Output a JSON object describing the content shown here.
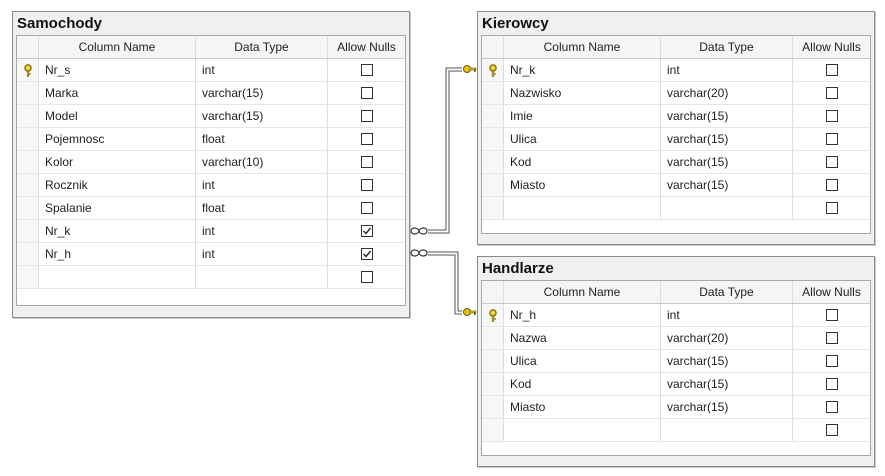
{
  "headers": {
    "name": "Column Name",
    "type": "Data Type",
    "nulls": "Allow Nulls"
  },
  "colors": {
    "key": "#e8c21a",
    "connector": "#555555",
    "tableBg": "#f0f0f0"
  },
  "tables": {
    "samochody": {
      "title": "Samochody",
      "rows": [
        {
          "name": "Nr_s",
          "type": "int",
          "pk": true,
          "nulls": false
        },
        {
          "name": "Marka",
          "type": "varchar(15)",
          "pk": false,
          "nulls": false
        },
        {
          "name": "Model",
          "type": "varchar(15)",
          "pk": false,
          "nulls": false
        },
        {
          "name": "Pojemnosc",
          "type": "float",
          "pk": false,
          "nulls": false
        },
        {
          "name": "Kolor",
          "type": "varchar(10)",
          "pk": false,
          "nulls": false
        },
        {
          "name": "Rocznik",
          "type": "int",
          "pk": false,
          "nulls": false
        },
        {
          "name": "Spalanie",
          "type": "float",
          "pk": false,
          "nulls": false
        },
        {
          "name": "Nr_k",
          "type": "int",
          "pk": false,
          "nulls": true
        },
        {
          "name": "Nr_h",
          "type": "int",
          "pk": false,
          "nulls": true
        },
        {
          "name": "",
          "type": "",
          "pk": false,
          "nulls": false
        }
      ]
    },
    "kierowcy": {
      "title": "Kierowcy",
      "rows": [
        {
          "name": "Nr_k",
          "type": "int",
          "pk": true,
          "nulls": false
        },
        {
          "name": "Nazwisko",
          "type": "varchar(20)",
          "pk": false,
          "nulls": false
        },
        {
          "name": "Imie",
          "type": "varchar(15)",
          "pk": false,
          "nulls": false
        },
        {
          "name": "Ulica",
          "type": "varchar(15)",
          "pk": false,
          "nulls": false
        },
        {
          "name": "Kod",
          "type": "varchar(15)",
          "pk": false,
          "nulls": false
        },
        {
          "name": "Miasto",
          "type": "varchar(15)",
          "pk": false,
          "nulls": false
        },
        {
          "name": "",
          "type": "",
          "pk": false,
          "nulls": false
        }
      ]
    },
    "handlarze": {
      "title": "Handlarze",
      "rows": [
        {
          "name": "Nr_h",
          "type": "int",
          "pk": true,
          "nulls": false
        },
        {
          "name": "Nazwa",
          "type": "varchar(20)",
          "pk": false,
          "nulls": false
        },
        {
          "name": "Ulica",
          "type": "varchar(15)",
          "pk": false,
          "nulls": false
        },
        {
          "name": "Kod",
          "type": "varchar(15)",
          "pk": false,
          "nulls": false
        },
        {
          "name": "Miasto",
          "type": "varchar(15)",
          "pk": false,
          "nulls": false
        },
        {
          "name": "",
          "type": "",
          "pk": false,
          "nulls": false
        }
      ]
    }
  },
  "relations": [
    {
      "from": "samochody.Nr_k",
      "to": "kierowcy.Nr_k",
      "icon_many": "infinity-icon",
      "icon_one": "key-icon"
    },
    {
      "from": "samochody.Nr_h",
      "to": "handlarze.Nr_h",
      "icon_many": "infinity-icon",
      "icon_one": "key-icon"
    }
  ]
}
